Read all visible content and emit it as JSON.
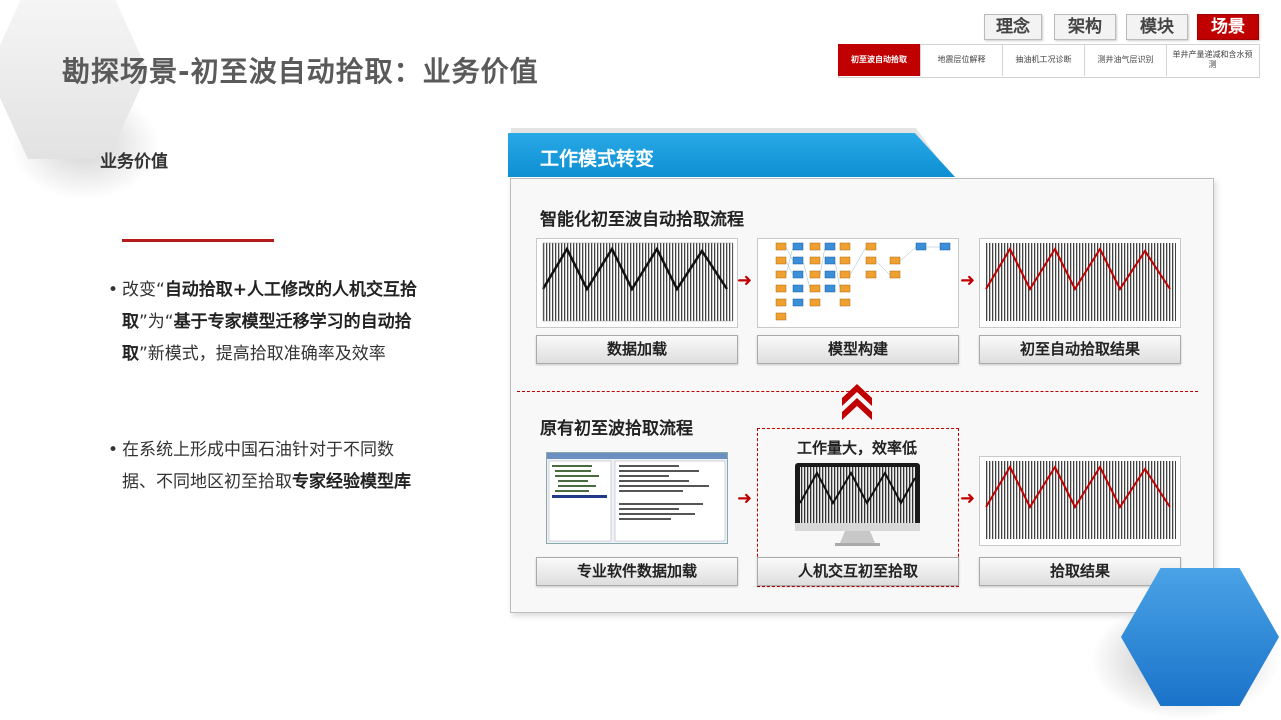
{
  "page": {
    "title": "勘探场景-初至波自动拾取：业务价值"
  },
  "top_nav": {
    "items": [
      {
        "label": "理念",
        "active": false
      },
      {
        "label": "架构",
        "active": false
      },
      {
        "label": "模块",
        "active": false
      },
      {
        "label": "场景",
        "active": true
      }
    ]
  },
  "sub_tabs": {
    "items": [
      {
        "label": "初至波自动拾取",
        "active": true
      },
      {
        "label": "地震层位解释",
        "active": false
      },
      {
        "label": "抽油机工况诊断",
        "active": false
      },
      {
        "label": "测井油气层识别",
        "active": false
      },
      {
        "label": "单井产量递减和含水预测",
        "active": false
      }
    ]
  },
  "left": {
    "section_title": "业务价值",
    "bullet1": {
      "p1": "改变“",
      "b1": "自动拾取+人工修改的人机交互拾取",
      "p2": "”为“",
      "b2": "基于专家模型迁移学习的自动拾取",
      "p3": "”新模式，提高拾取准确率及效率"
    },
    "bullet2": {
      "p1": "在系统上形成中国石油针对于不同数据、不同地区初至拾取",
      "b1": "专家经验模型库"
    }
  },
  "panel": {
    "banner": "工作模式转变",
    "smart_flow": {
      "title": "智能化初至波自动拾取流程",
      "steps": [
        "数据加载",
        "模型构建",
        "初至自动拾取结果"
      ]
    },
    "old_flow": {
      "title": "原有初至波拾取流程",
      "steps": [
        "专业软件数据加载",
        "人机交互初至拾取",
        "拾取结果"
      ],
      "note": "工作量大，效率低"
    }
  },
  "colors": {
    "accent_red": "#c00000",
    "banner_blue": "#1a9ad9",
    "hex_blue": "#2b86d6"
  }
}
